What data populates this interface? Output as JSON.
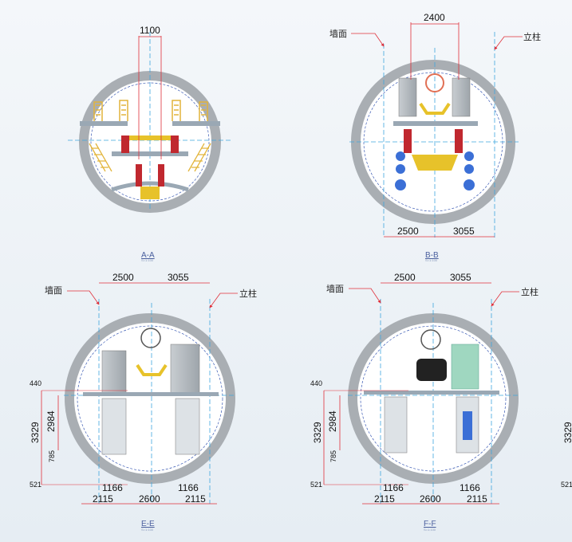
{
  "panels": {
    "aa": {
      "caption": "A-A",
      "scale": "S=1:100",
      "dims": {
        "top": "1100"
      }
    },
    "bb": {
      "caption": "B-B",
      "scale": "S=1:100",
      "callouts": {
        "wall": "墙面",
        "column": "立柱"
      },
      "dims": {
        "top": "2400",
        "bottom_left": "2500",
        "bottom_right": "3055"
      }
    },
    "ee": {
      "caption": "E-E",
      "scale": "S=1:100",
      "callouts": {
        "wall": "墙面",
        "column": "立柱"
      },
      "dims": {
        "top_left": "2500",
        "top_right": "3055",
        "left_440": "440",
        "left_3329": "3329",
        "left_2984": "2984",
        "left_785": "785",
        "left_521": "521",
        "bottom_1166_left": "1166",
        "bottom_1166_right": "1166",
        "bottom_2115_left": "2115",
        "bottom_2600": "2600",
        "bottom_2115_right": "2115"
      }
    },
    "ff": {
      "caption": "F-F",
      "scale": "S=1:100",
      "callouts": {
        "wall": "墙面",
        "column": "立柱"
      },
      "dims": {
        "top_left": "2500",
        "top_right": "3055",
        "left_440": "440",
        "left_3329": "3329",
        "left_2984": "2984",
        "left_785": "785",
        "left_521": "521",
        "bottom_1166_left": "1166",
        "bottom_1166_right": "1166",
        "bottom_2115_left": "2115",
        "bottom_2600": "2600",
        "bottom_2115_right": "2115"
      }
    }
  },
  "edge": {
    "dim_3329": "3329",
    "dim_521": "521"
  },
  "colors": {
    "ring": "#a9aeb3",
    "axis": "#3fa6de",
    "dimension": "#e0303a",
    "frame": "#9aa8b4",
    "valve": "#c0282f",
    "idler": "#e7c22a",
    "motor": "#3b6fd6",
    "cabinet_green": "#9fd7c0"
  }
}
